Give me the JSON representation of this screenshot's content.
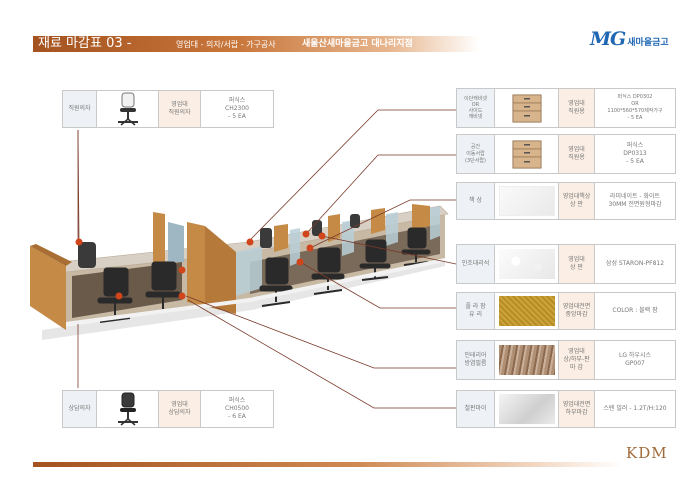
{
  "header": {
    "title": "재료 마감표 03 -",
    "subtitle": "영업대 - 의자/서랍 - 가구공사",
    "branch": "새울산새마을금고 대나리지점"
  },
  "logo": {
    "mark": "MG",
    "name": "새마을금고"
  },
  "specs": {
    "staff_chair": {
      "label": "직원의자",
      "location": "영업대\n직원의자",
      "spec": "퍼식스\nCH2300\n-   5 EA"
    },
    "side_cabinet": {
      "label": "이단캐비넷\nOR\n사이드\n캐비넷",
      "location": "영업대\n직원용",
      "spec": "퍼식스 DP0302\nOR\n1100*560*570제작가구\n-   5 EA"
    },
    "pedestal": {
      "label": "공간\n이동서랍\n(3단서랍)",
      "location": "영업대\n직원용",
      "spec": "퍼식스\nDP0313\n-   5 EA"
    },
    "desk": {
      "label": "책     상",
      "location": "영업대책상\n상    판",
      "spec": "라미네이트 - 화이트\n30MM 전면원형마감"
    },
    "artificial_marble": {
      "label": "인조대리석",
      "location": "영업대\n상    판",
      "spec": "삼성  STARON-PF812"
    },
    "frosted_glass": {
      "label": "플 라 팜\n유    리",
      "location": "영업대전면\n중앙마감",
      "spec": "COLOR  :  블랙 팜"
    },
    "interior_film": {
      "label": "인테리어\n방염필름",
      "location": "영업대\n상/하부-판\n마    감",
      "spec": "LG  하우시스\nGP007"
    },
    "steel_plate": {
      "label": "철판마이",
      "location": "영업대전면\n하부마감",
      "spec": "스텐 밀러 - 1.2T/H:120"
    },
    "customer_chair": {
      "label": "상담의자",
      "location": "영업대\n상담의자",
      "spec": "퍼식스\nCH0500\n-   6 EA"
    }
  },
  "footer": {
    "brand": "KDM"
  },
  "colors": {
    "header_brown": "#a4521f",
    "leader_line": "#7a3a2a",
    "marker_orange": "#d0451b",
    "logo_blue": "#1f66b3"
  }
}
